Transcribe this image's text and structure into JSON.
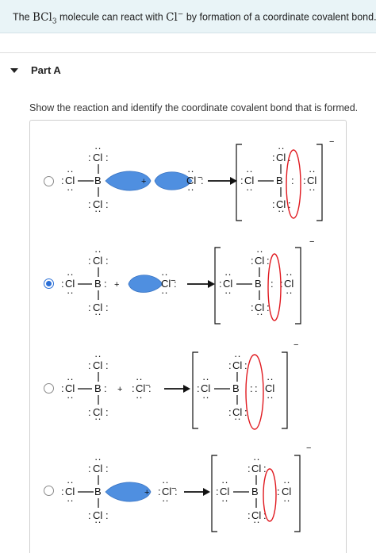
{
  "intro": {
    "prefix": "The ",
    "formula_base": "BCl",
    "formula_sub": "3",
    "middle": " molecule can react with ",
    "ion_base": "Cl",
    "ion_sup": "−",
    "suffix": " by formation of a coordinate covalent bond."
  },
  "part": {
    "title": "Part A"
  },
  "question": "Show the reaction and identify the coordinate covalent bond that is formed.",
  "labels": {
    "cl": "Cl",
    "b": "B",
    "plus": "+",
    "minus": "−"
  },
  "choices": [
    {
      "id": "option-1",
      "selected": false
    },
    {
      "id": "option-2",
      "selected": true
    },
    {
      "id": "option-3",
      "selected": false
    },
    {
      "id": "option-4",
      "selected": false
    }
  ],
  "colors": {
    "orbital": "#4f8fe0",
    "highlight": "#e0191f",
    "radio_selected": "#2a6fd6"
  }
}
